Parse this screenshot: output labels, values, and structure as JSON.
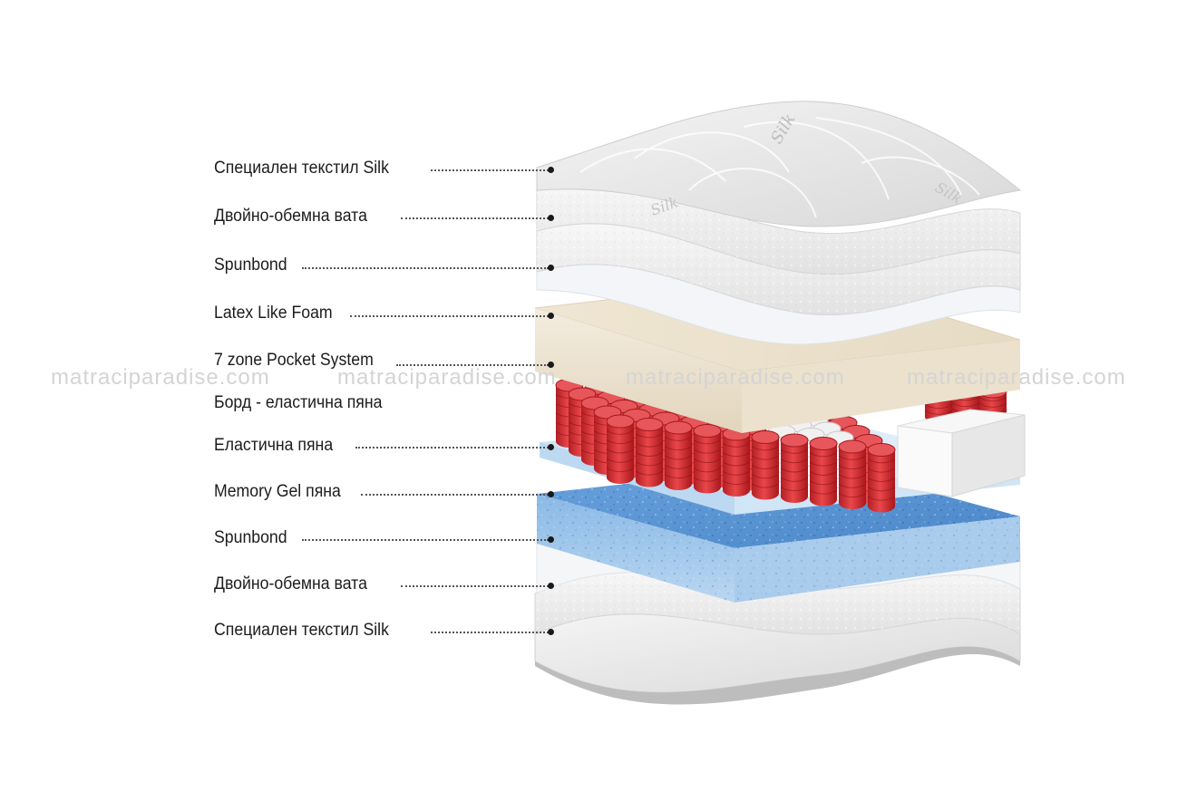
{
  "labels": [
    {
      "text": "Специален текстил Silk"
    },
    {
      "text": "Двойно-обемна вата"
    },
    {
      "text": "Spunbond"
    },
    {
      "text": "Latex Like Foam"
    },
    {
      "text": "7 zone Pocket System"
    },
    {
      "text": "Борд - еластична пяна"
    },
    {
      "text": "Еластична пяна"
    },
    {
      "text": "Memory Gel пяна"
    },
    {
      "text": "Spunbond"
    },
    {
      "text": "Двойно-обемна вата"
    },
    {
      "text": "Специален текстил Silk"
    }
  ],
  "watermark": "matraciparadise.com",
  "fabric_logo": "Silk",
  "colors": {
    "spring": "#d9363a",
    "latex": "#ece3d1",
    "gel": "#5b96d6",
    "elastic_foam": "#d6e9f8",
    "text": "#1c1c1c"
  }
}
